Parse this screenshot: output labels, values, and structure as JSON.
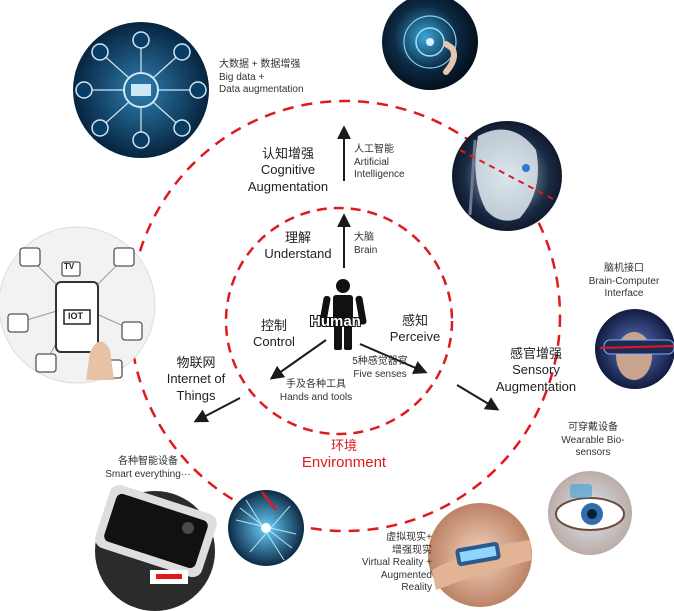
{
  "colors": {
    "accent_red": "#e0191e",
    "arrow": "#1a1a1a",
    "text": "#222222"
  },
  "center": {
    "label": "Human",
    "environment_zh": "环境",
    "environment_en": "Environment"
  },
  "inner": {
    "brain": {
      "zh": "大脑",
      "en": "Brain"
    },
    "understand": {
      "zh": "理解",
      "en": "Understand"
    },
    "control": {
      "zh": "控制",
      "en": "Control"
    },
    "perceive": {
      "zh": "感知",
      "en": "Perceive"
    },
    "hands": {
      "zh": "手及各种工具",
      "en": "Hands and tools"
    },
    "senses": {
      "zh": "5种感觉器官",
      "en": "Five senses"
    }
  },
  "outer": {
    "cognitive": {
      "zh": "认知增强",
      "en1": "Cognitive",
      "en2": "Augmentation"
    },
    "ai": {
      "zh": "人工智能",
      "en1": "Artificial",
      "en2": "Intelligence"
    },
    "iot": {
      "zh": "物联网",
      "en1": "Internet of",
      "en2": "Things"
    },
    "sensory": {
      "zh": "感官增强",
      "en1": "Sensory",
      "en2": "Augmentation"
    }
  },
  "items": {
    "bigdata": {
      "zh": "大数据 + 数据增强",
      "en1": "Big data +",
      "en2": "Data augmentation"
    },
    "bci": {
      "zh": "脑机接口",
      "en1": "Brain-Computer",
      "en2": "Interface"
    },
    "wearable": {
      "zh": "可穿戴设备",
      "en1": "Wearable Bio-",
      "en2": "sensors"
    },
    "smart": {
      "zh": "各种智能设备",
      "en1": "Smart everything···"
    },
    "vr": {
      "zh1": "虚拟现实+",
      "zh2": "增强现实",
      "en1": "Virtual Reality +",
      "en2": "Augmented",
      "en3": "Reality"
    }
  },
  "icons": {
    "bigdata": "data-network-icon",
    "iot": "iot-phone-icon",
    "ai": "robot-head-icon",
    "touch": "touch-interface-icon",
    "bci": "vr-glasses-person-icon",
    "wearable": "eye-lens-icon",
    "smart": "smartphone-device-icon",
    "fiber": "fiber-optic-icon",
    "vr": "arm-display-icon"
  },
  "iot_tags": {
    "tv": "TV",
    "iot": "IOT"
  }
}
